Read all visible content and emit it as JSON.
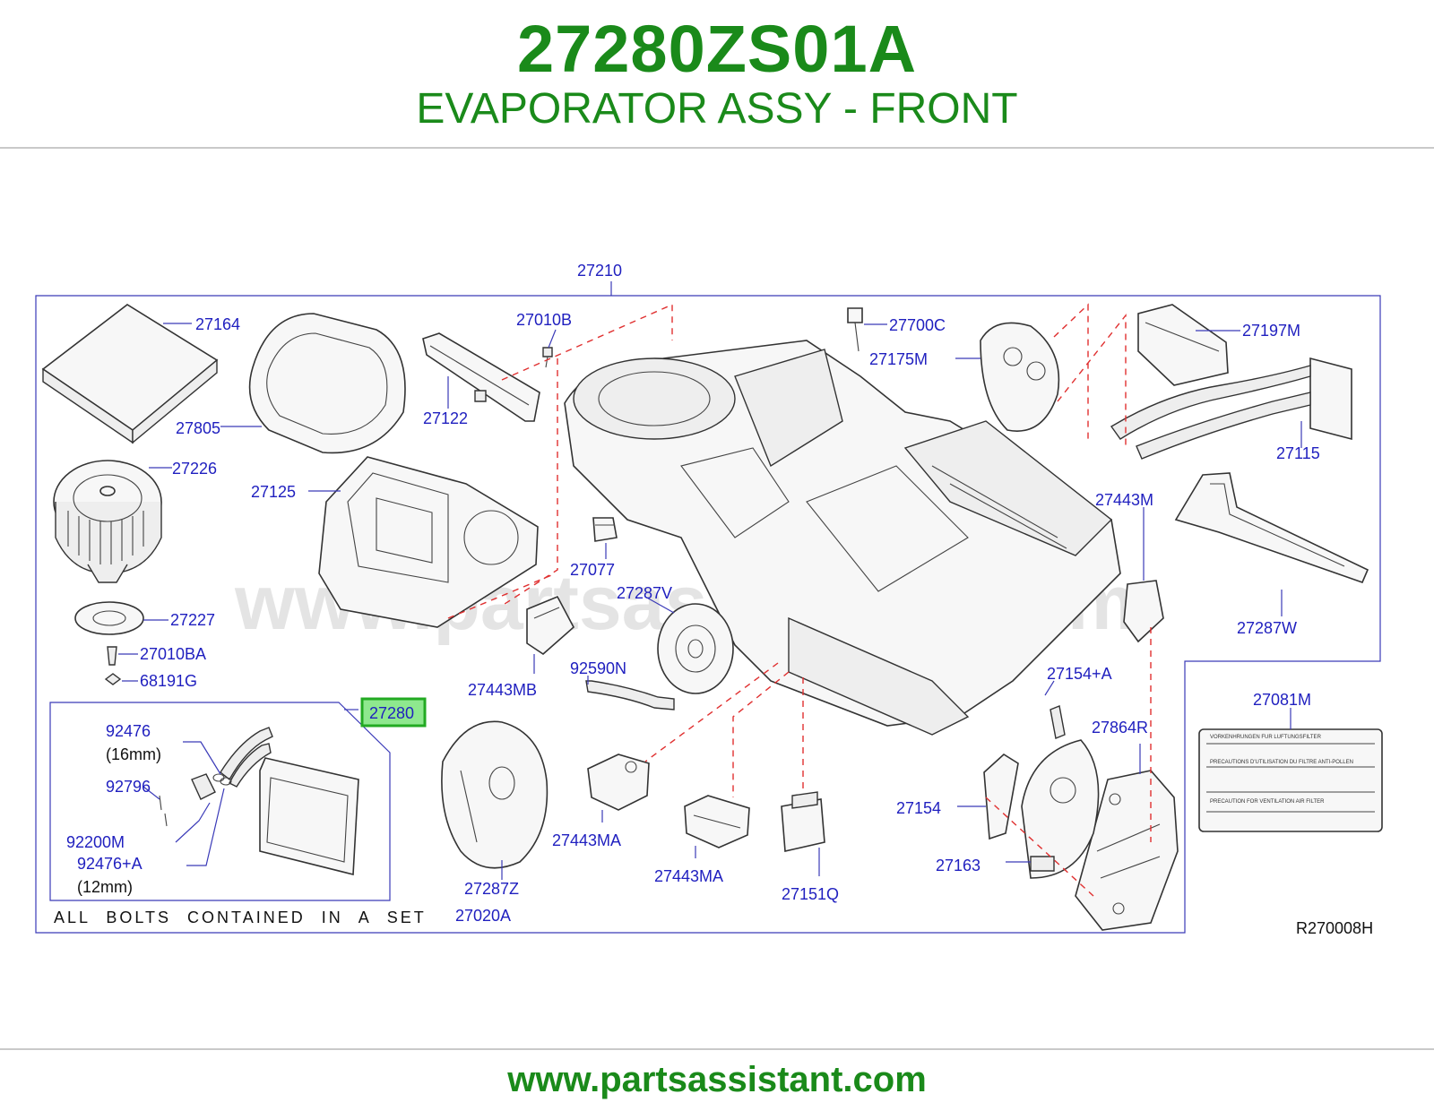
{
  "header": {
    "part_number": "27280ZS01A",
    "part_name": "EVAPORATOR ASSY - FRONT"
  },
  "footer": {
    "url": "www.partsassistant.com"
  },
  "watermark": "www.partsassistant.com",
  "diagram": {
    "reference_code": "R270008H",
    "note": "ALL BOLTS CONTAINED IN A SET",
    "highlighted_part": "27280",
    "sizes": {
      "size_16": "(16mm)",
      "size_12": "(12mm)"
    },
    "labels": {
      "p27210": "27210",
      "p27164": "27164",
      "p27010B": "27010B",
      "p27700C": "27700C",
      "p27197M": "27197M",
      "p27175M": "27175M",
      "p27805": "27805",
      "p27122": "27122",
      "p27115": "27115",
      "p27226": "27226",
      "p27125": "27125",
      "p27443M": "27443M",
      "p27077": "27077",
      "p27287V": "27287V",
      "p27227": "27227",
      "p27287W": "27287W",
      "p27010BA": "27010BA",
      "p27443MB": "27443MB",
      "p92590N": "92590N",
      "p27154A": "27154+A",
      "p68191G": "68191G",
      "p27081M": "27081M",
      "p27280": "27280",
      "p27864R": "27864R",
      "p92476": "92476",
      "p92796": "92796",
      "p92200M": "92200M",
      "p92476A": "92476+A",
      "p27154": "27154",
      "p27443MA_1": "27443MA",
      "p27163": "27163",
      "p27443MA_2": "27443MA",
      "p27151Q": "27151Q",
      "p27287Z": "27287Z",
      "p27020A": "27020A"
    },
    "label_card": {
      "lines": [
        "VORKENHRUNGEN FUR LUFTUNGSFILTER",
        "PRECAUTIONS D'UTILISATION DU FILTRE ANTI-POLLEN",
        "PRECAUTION FOR VENTILATION AIR FILTER"
      ]
    },
    "colors": {
      "title_green": "#1a8a1a",
      "label_blue": "#1f1fbf",
      "leader_blue": "#3a3ab8",
      "dash_red": "#e03030",
      "highlight_fill": "#8ee88e",
      "highlight_border": "#22aa22"
    }
  }
}
